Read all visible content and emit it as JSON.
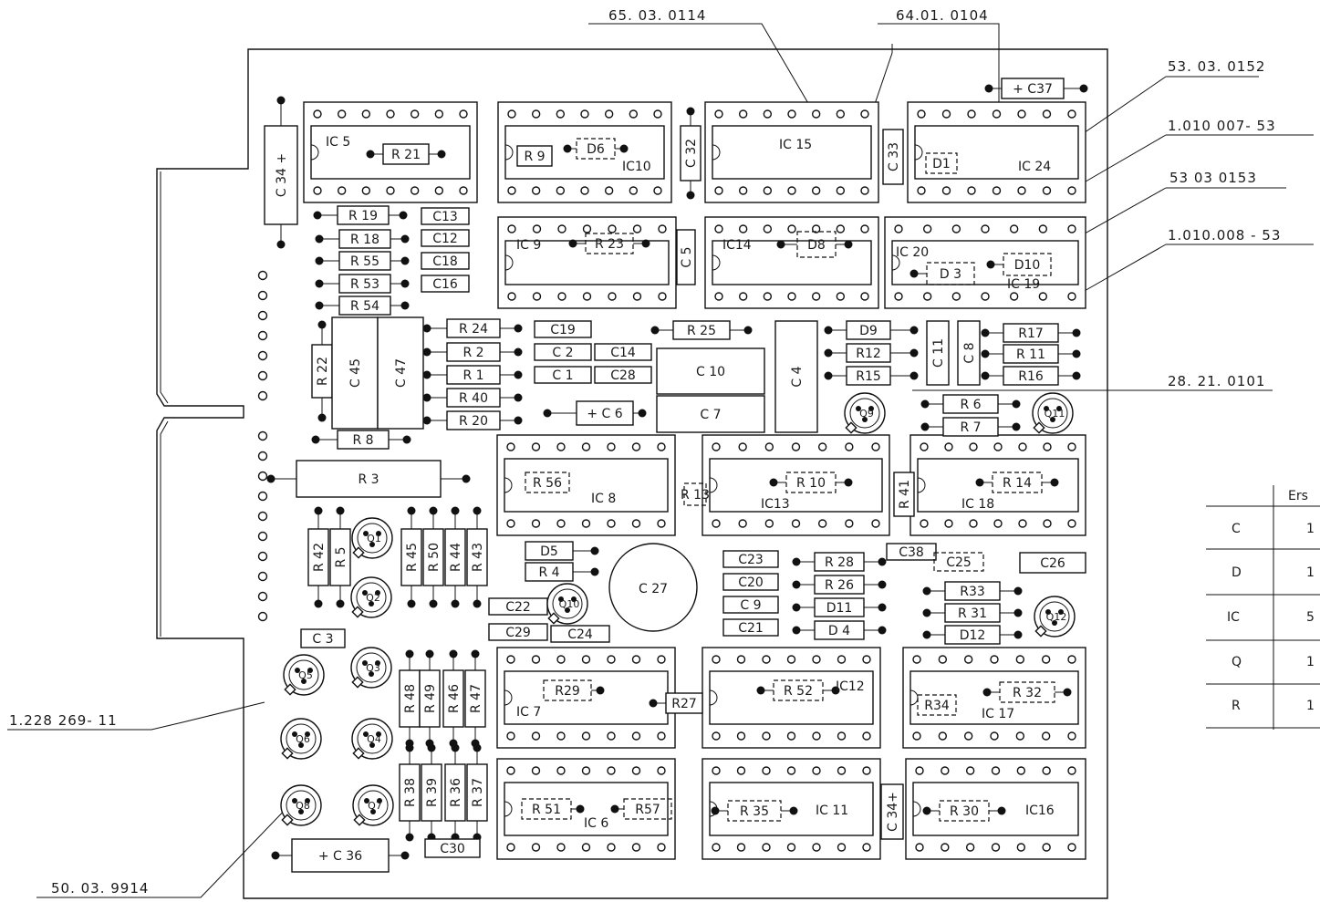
{
  "part_numbers": [
    {
      "id": "pn-650",
      "text": "65. 03. 0114"
    },
    {
      "id": "pn-640",
      "text": "64.01. 0104"
    },
    {
      "id": "pn-530152",
      "text": "53. 03. 0152"
    },
    {
      "id": "pn-1010007",
      "text": "1.010 007- 53"
    },
    {
      "id": "pn-530153",
      "text": "53 03 0153"
    },
    {
      "id": "pn-1010008",
      "text": "1.010.008 - 53"
    },
    {
      "id": "pn-2821",
      "text": "28. 21. 0101"
    },
    {
      "id": "pn-1228",
      "text": "1.228 269- 11"
    },
    {
      "id": "pn-5003",
      "text": "50. 03. 9914"
    }
  ],
  "ic_labels": {
    "ic5": "IC 5",
    "ic10": "IC10",
    "ic15": "IC 15",
    "ic24": "IC 24",
    "ic9": "IC 9",
    "ic14": "IC14",
    "ic20": "IC 20",
    "ic19": "IC 19",
    "ic8": "IC 8",
    "ic13": "IC13",
    "ic18": "IC 18",
    "ic7": "IC 7",
    "ic12": "IC12",
    "ic17": "IC 17",
    "ic6": "IC 6",
    "ic11": "IC 11",
    "ic16": "IC16"
  },
  "components": {
    "R21": "R 21",
    "R9": "R 9",
    "D6": "D6",
    "D1": "D1",
    "C32": "C 32",
    "C33": "C 33",
    "C34top": "C 34 +",
    "C37": "+ C37",
    "R19": "R 19",
    "R18": "R 18",
    "R55": "R 55",
    "R53": "R 53",
    "R54": "R 54",
    "C13": "C13",
    "C12": "C12",
    "C18": "C18",
    "C16": "C16",
    "R23": "R 23",
    "C5": "C 5",
    "D8": "D8",
    "D3": "D 3",
    "D10": "D10",
    "R24": "R 24",
    "R2": "R 2",
    "R1": "R 1",
    "R40": "R 40",
    "R20": "R 20",
    "C19": "C19",
    "C2": "C 2",
    "C1": "C 1",
    "C14": "C14",
    "C28": "C28",
    "R25": "R 25",
    "C10": "C 10",
    "C4": "C 4",
    "C7": "C 7",
    "C6": "+ C 6",
    "D9": "D9",
    "R12": "R12",
    "R15": "R15",
    "C11": "C 11",
    "C8": "C 8",
    "R17": "R17",
    "R11": "R 11",
    "R16": "R16",
    "R6": "R 6",
    "R7": "R 7",
    "R22": "R 22",
    "C45": "C 45",
    "C47": "C 47",
    "R8": "R 8",
    "R3": "R 3",
    "R56": "R 56",
    "R13": "R 13",
    "R10": "R 10",
    "R41": "R 41",
    "R14": "R 14",
    "R42": "R 42",
    "R5": "R 5",
    "R45": "R 45",
    "R50": "R 50",
    "R44": "R 44",
    "R43": "R 43",
    "D5": "D5",
    "R4": "R 4",
    "C27": "C 27",
    "C23": "C23",
    "C20": "C20",
    "C9": "C 9",
    "C21": "C21",
    "R28": "R 28",
    "R26": "R 26",
    "D11": "D11",
    "D4": "D 4",
    "C38": "C38",
    "C25": "C25",
    "C26": "C26",
    "R33": "R33",
    "R31": "R 31",
    "D12": "D12",
    "C3": "C 3",
    "C22": "C22",
    "C29": "C29",
    "C24": "C24",
    "R48": "R 48",
    "R49": "R 49",
    "R46": "R 46",
    "R47": "R 47",
    "R29": "R29",
    "R27": "R27",
    "R52": "R 52",
    "R34": "R34",
    "R32": "R 32",
    "R38": "R 38",
    "R39": "R 39",
    "R36": "R 36",
    "R37": "R 37",
    "R51": "R 51",
    "R57": "R57",
    "R35": "R 35",
    "C34b": "C 34+",
    "R30": "R 30",
    "C36": "+ C 36",
    "C30": "C30",
    "C34v": "C 34 +",
    "Q1": "Q1",
    "Q2": "Q2",
    "Q3": "Q3",
    "Q4": "Q4",
    "Q5": "Q5",
    "Q6": "Q6",
    "Q7": "Q7",
    "Q8": "Q8",
    "Q9": "Q9",
    "Q10": "Q10",
    "Q11": "Q11",
    "Q12": "Q12"
  },
  "table": {
    "header": "Ers",
    "rows": [
      {
        "sym": "C",
        "val": "1"
      },
      {
        "sym": "D",
        "val": "1"
      },
      {
        "sym": "IC",
        "val": "5"
      },
      {
        "sym": "Q",
        "val": "1"
      },
      {
        "sym": "R",
        "val": "1"
      }
    ]
  }
}
